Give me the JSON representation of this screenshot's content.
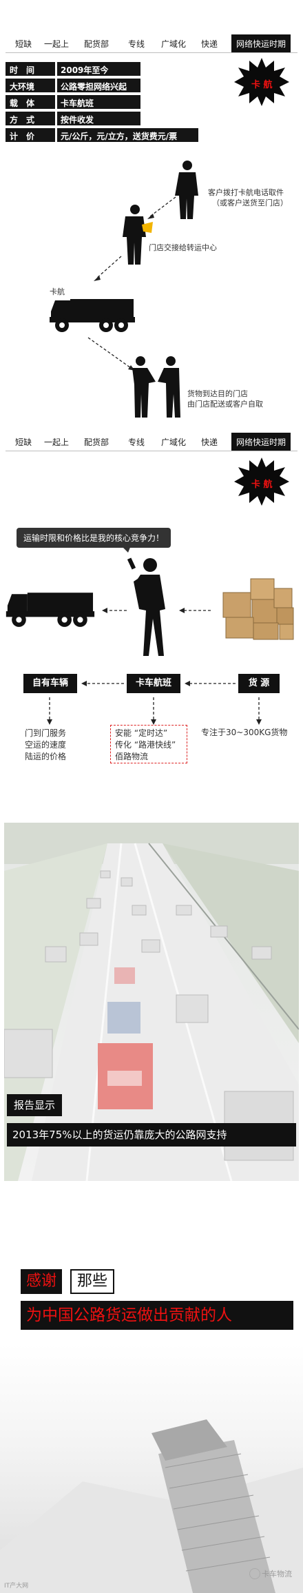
{
  "nav": {
    "tabs": [
      "短缺",
      "一起上",
      "配货部",
      "专线",
      "广域化",
      "快递",
      "网络快运时期"
    ]
  },
  "info_table": [
    {
      "label": "时　间",
      "value": "2009年至今"
    },
    {
      "label": "大环境",
      "value": "公路零担网络兴起"
    },
    {
      "label": "载　体",
      "value": "卡车航班"
    },
    {
      "label": "方　式",
      "value": "按件收发"
    },
    {
      "label": "计　价",
      "value": "元/公斤，元/立方，送货费元/票"
    }
  ],
  "badge": {
    "text": "卡 航",
    "color": "#e11111"
  },
  "flow1": {
    "customer_note_1": "客户拨打卡航电话取件",
    "customer_note_2": "（或客户送货至门店）",
    "store_note": "门店交接给转运中心",
    "truck_label": "卡航",
    "dest_note_1": "货物到达目的门店",
    "dest_note_2": "由门店配送或客户自取"
  },
  "flow2": {
    "bubble": "运输时限和价格比是我的核心竞争力！",
    "box_left": "自有车辆",
    "box_mid": "卡车航班",
    "box_right": "货 源",
    "left_lines": [
      "门到门服务",
      "空运的速度",
      "陆运的价格"
    ],
    "mid_lines": [
      "安能 “定时达”",
      "传化 “路港快线”",
      "佰路物流"
    ],
    "right_line": "专注于30~300KG货物"
  },
  "report": {
    "title": "报告显示",
    "text": "2013年75%以上的货运仍靠庞大的公路网支持"
  },
  "thanks": {
    "word1": "感谢",
    "word2": "那些",
    "line": "为中国公路货运做出贡献的人"
  },
  "footer": {
    "watermark_left": "IT产大网",
    "watermark_right": "卡车物流"
  },
  "colors": {
    "accent_red": "#e11111",
    "dark": "#151515"
  }
}
